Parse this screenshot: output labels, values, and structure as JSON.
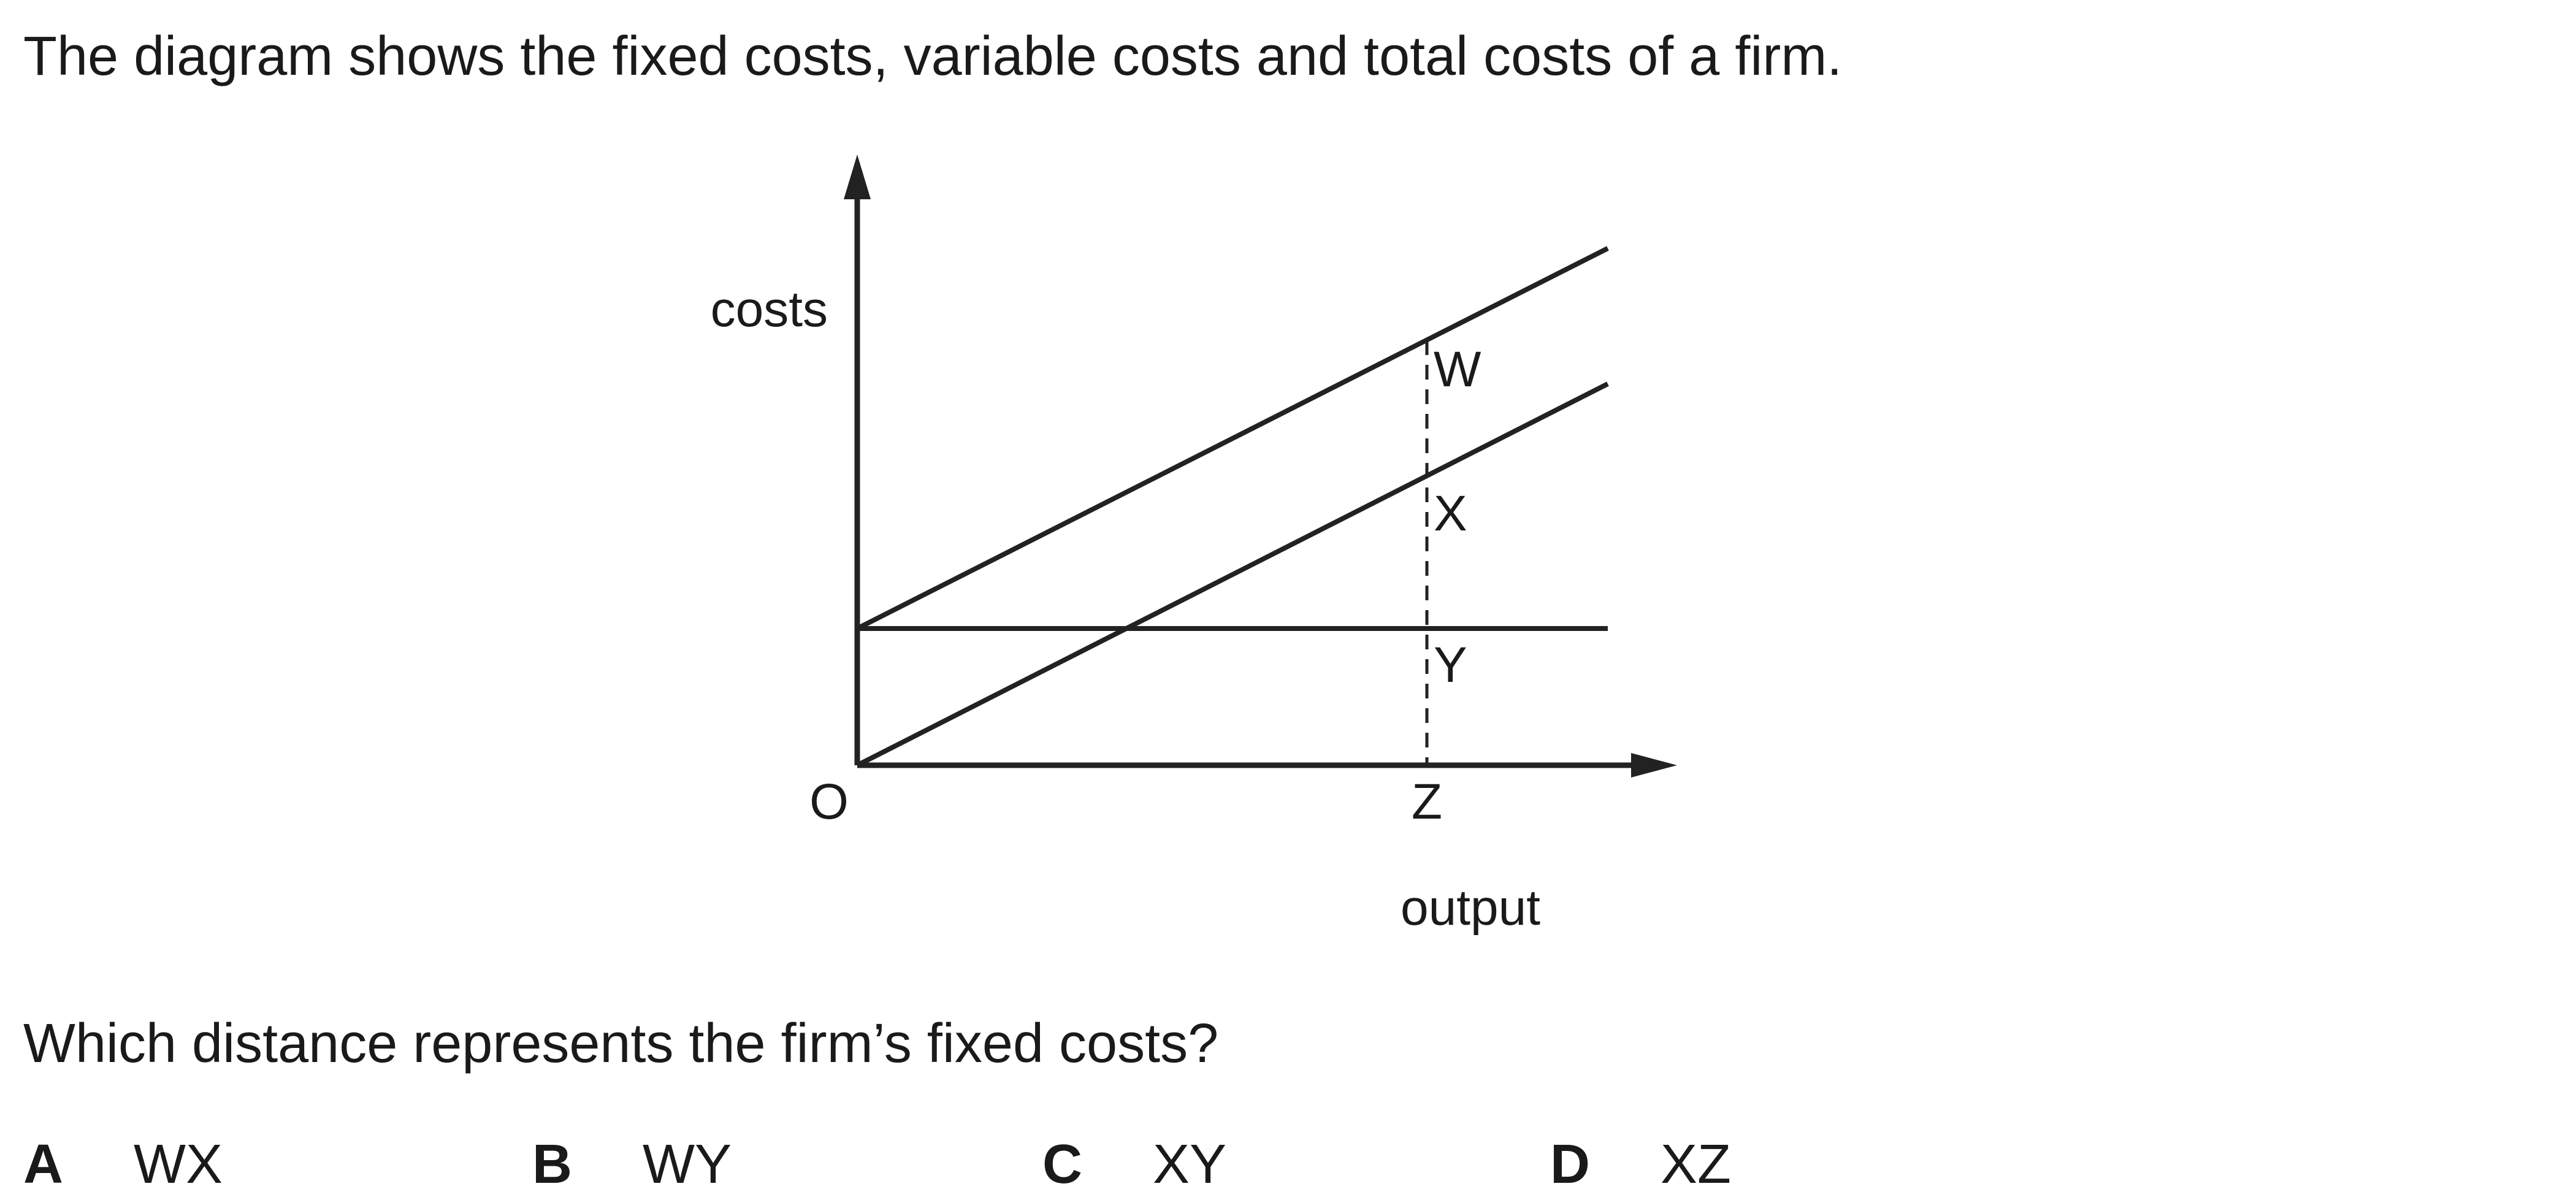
{
  "intro": "The diagram shows the fixed costs, variable costs and total costs of a firm.",
  "diagram": {
    "y_axis_label": "costs",
    "x_axis_label": "output",
    "origin_label": "O",
    "points": {
      "w": "W",
      "x": "X",
      "y": "Y",
      "z": "Z"
    },
    "colors": {
      "stroke": "#222222"
    }
  },
  "question": "Which distance represents the firm’s fixed costs?",
  "options": [
    {
      "letter": "A",
      "text": "WX"
    },
    {
      "letter": "B",
      "text": "WY"
    },
    {
      "letter": "C",
      "text": "XY"
    },
    {
      "letter": "D",
      "text": "XZ"
    }
  ]
}
